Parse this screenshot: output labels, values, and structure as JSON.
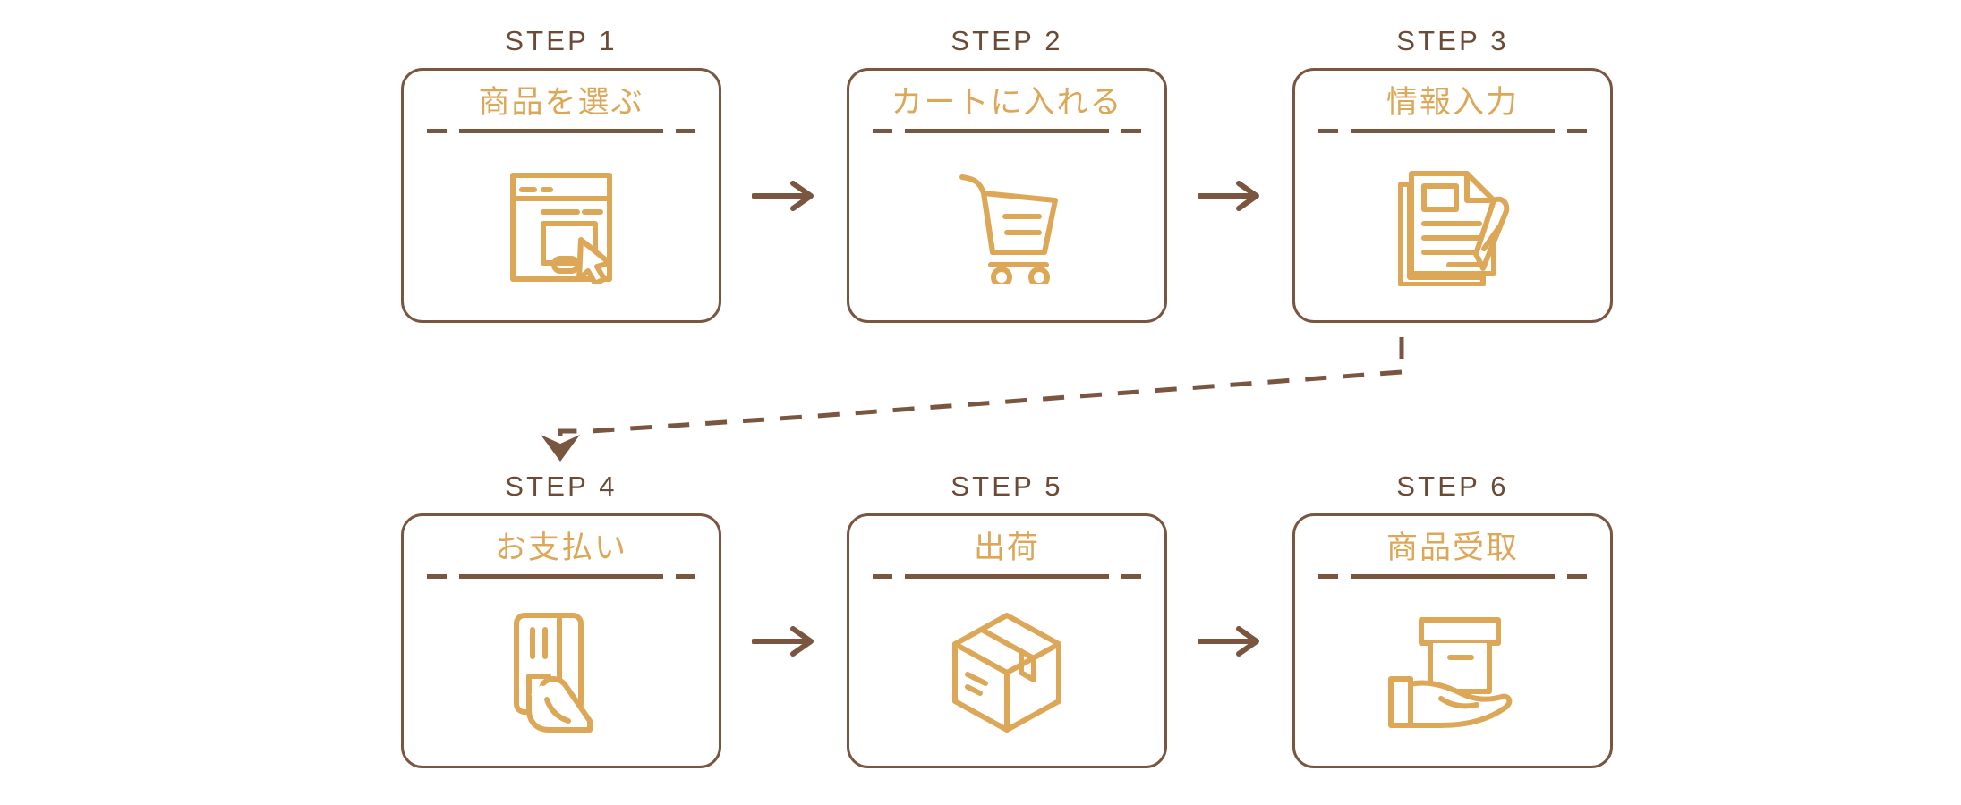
{
  "theme": {
    "background": "#ffffff",
    "card_border": "#7A5641",
    "step_label_color": "#6B4A36",
    "title_color": "#DDA758",
    "icon_color": "#DDA758",
    "arrow_color": "#7A5641",
    "connector_color": "#7A5641"
  },
  "steps": [
    {
      "label": "STEP 1",
      "title": "商品を選ぶ",
      "icon": "browser-select-icon",
      "arrow_after": "arrow-right-icon"
    },
    {
      "label": "STEP 2",
      "title": "カートに入れる",
      "icon": "shopping-cart-icon",
      "arrow_after": "arrow-right-icon"
    },
    {
      "label": "STEP 3",
      "title": "情報入力",
      "icon": "document-pen-icon",
      "arrow_after": ""
    },
    {
      "label": "STEP 4",
      "title": "お支払い",
      "icon": "hand-credit-card-icon",
      "arrow_after": "arrow-right-icon"
    },
    {
      "label": "STEP 5",
      "title": "出荷",
      "icon": "package-box-icon",
      "arrow_after": "arrow-right-icon"
    },
    {
      "label": "STEP 6",
      "title": "商品受取",
      "icon": "hand-receive-box-icon",
      "arrow_after": ""
    }
  ],
  "connector": {
    "name": "dashed-wrap-connector",
    "from_step": "STEP 3",
    "to_step": "STEP 4",
    "style": "dashed",
    "arrowhead": "down-triangle"
  }
}
